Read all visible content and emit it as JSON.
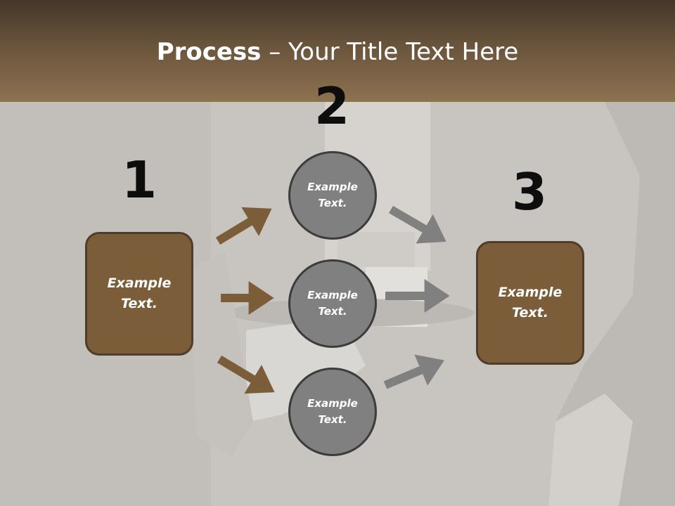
{
  "title": {
    "bold": "Process",
    "rest": " – Your Title Text Here"
  },
  "steps": {
    "one": "1",
    "two": "2",
    "three": "3"
  },
  "boxes": {
    "left": "Example\nText.",
    "right": "Example\nText."
  },
  "circles": {
    "top": "Example\nText.",
    "middle": "Example\nText.",
    "bottom": "Example\nText."
  },
  "colors": {
    "header_top": "#43362a",
    "header_bottom": "#8d7250",
    "box_fill": "#7b5d3a",
    "circle_fill": "#808080",
    "arrow_brown": "#7b5d3a",
    "arrow_gray": "#808080"
  }
}
